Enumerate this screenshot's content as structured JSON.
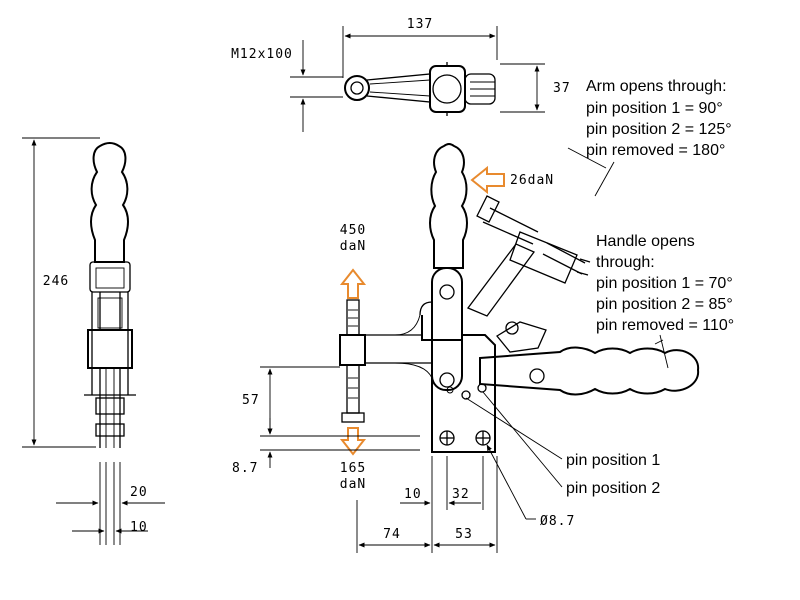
{
  "dimensions": {
    "top_width": "137",
    "bolt_thread": "M12x100",
    "top_height": "37",
    "overall_height": "246",
    "spindle_height": "57",
    "base_thickness": "8.7",
    "side_width_outer": "20",
    "side_width_inner": "10",
    "base_offset": "74",
    "base_width": "53",
    "hole_spacing_small": "10",
    "hole_spacing": "32",
    "hole_diameter": "Ø8.7"
  },
  "forces": {
    "handle_force": "26daN",
    "upper_force_value": "450",
    "upper_force_unit": "daN",
    "lower_force_value": "165",
    "lower_force_unit": "daN"
  },
  "notes": {
    "arm": [
      "Arm opens through:",
      "pin position 1 = 90°",
      "pin position 2 = 125°",
      "pin removed  = 180°"
    ],
    "handle": [
      "Handle opens",
      "through:",
      "pin position 1 = 70°",
      "pin position 2 = 85°",
      "pin removed  = 110°"
    ],
    "pin_labels": [
      "pin position 1",
      "pin position 2"
    ]
  },
  "colors": {
    "force_arrow": "#e88a2e",
    "line": "#000000"
  }
}
